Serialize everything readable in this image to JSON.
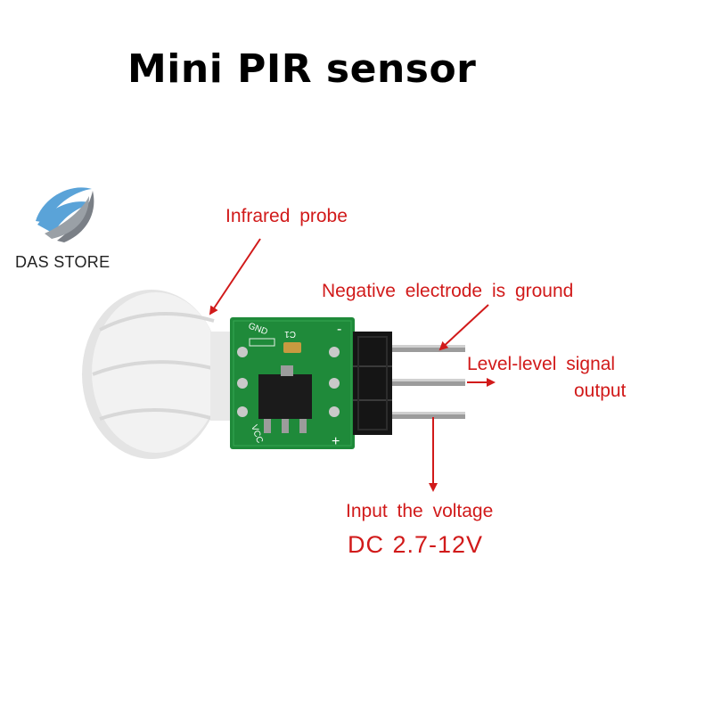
{
  "title": "Mini PIR sensor",
  "store": {
    "name": "DAS STORE",
    "logo_icon": "globe-swoosh-icon",
    "logo_colors": [
      "#5aa3d8",
      "#7a7f86"
    ]
  },
  "labels": {
    "infrared_probe": "Infrared probe",
    "negative": "Negative electrode is ground",
    "signal_line1": "Level-level signal",
    "signal_line2": "output",
    "input_voltage": "Input the voltage",
    "dc_range": "DC 2.7-12V"
  },
  "board_marks": {
    "gnd": "GND",
    "c1": "C1",
    "minus": "-",
    "plus": "+",
    "vcc": "VCC"
  },
  "colors": {
    "annotation": "#d11a1a",
    "pcb": "#1f8a3a",
    "dome": "#f2f2f2"
  }
}
